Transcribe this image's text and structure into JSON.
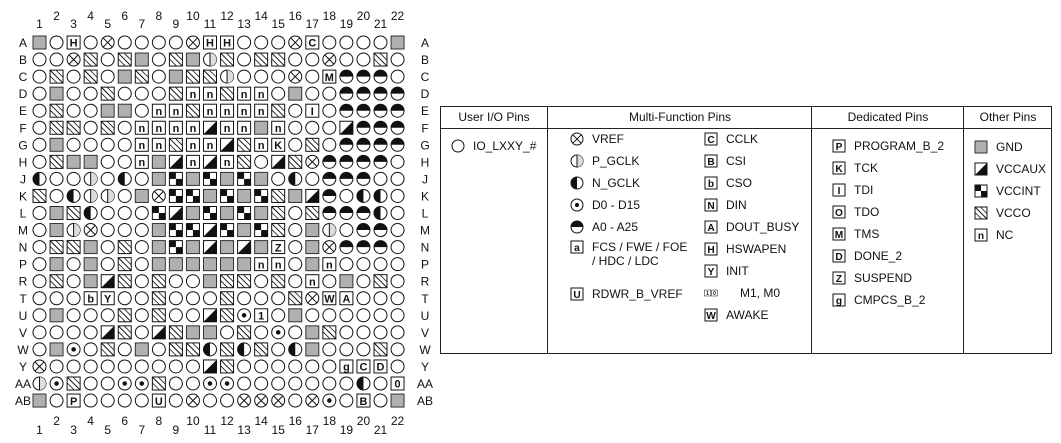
{
  "column_numbers": [
    "1",
    "2",
    "3",
    "4",
    "5",
    "6",
    "7",
    "8",
    "9",
    "10",
    "11",
    "12",
    "13",
    "14",
    "15",
    "16",
    "17",
    "18",
    "19",
    "20",
    "21",
    "22"
  ],
  "row_letters": [
    "A",
    "B",
    "C",
    "D",
    "E",
    "F",
    "G",
    "H",
    "J",
    "K",
    "L",
    "M",
    "N",
    "P",
    "R",
    "T",
    "U",
    "V",
    "W",
    "Y",
    "AA",
    "AB"
  ],
  "grid_rows": [
    "G.H.xooooxHH.ooxC.oooG",
    "ooxV.VG.VGPV.VVooxooVo",
    "oVoVoGVoGVVPoooxoMaaao",
    "oG.oVoo.VnnVnnoGooaaaa",
    "oV.oGG.nnVnnnnVoIoaaaa",
    "oVV.Vonnnn/nnGnooo/aaa",
    "oGoo.onnVnn/VnKoVoaaaa",
    "oVGGoonG/n/nVo/Vxaaaao",
    "NooPoNoGQGQGQGoNoaaaoo",
    "VoNPPoGxQQGQGQVG/aoNNo",
    "oGVNoooQ/GQGQGVoVaaaNo",
    "oGPxo.oGQQ/QGQVoGPoaao",
    "oVVGoVoGQG/G/GZoGxaaao",
    "oGoGoVoGGGGGGnnoGnoooo",
    "oV.G/VoVooGVVoVonoGoVo",
    "ooobYooVoooVoooVxWAooo",
    "oGoooVoVoo/Vd1oG.ooooo",
    "ooo./Vo/VGGoVodoGVoooo",
    "oGdoVoGoVVNVNVoNGoooVo",
    "xoo.oooo.o/Vooooo.gCDo",
    "PdVooddVo.ddoooooo.N.0",
    "G.Sooo.U.xo.xxx.xdoBoG"
  ],
  "legend": {
    "columns": [
      {
        "title": "User I/O Pins",
        "entries": [
          {
            "sym": "o",
            "label": "IO_LXXY_#"
          }
        ]
      },
      {
        "title": "Multi-Function Pins",
        "entries": [
          {
            "sym": "x",
            "label": "VREF"
          },
          {
            "sym": "P",
            "label": "P_GCLK"
          },
          {
            "sym": "N",
            "label": "N_GCLK"
          },
          {
            "sym": "d",
            "label": "D0 - D15"
          },
          {
            "sym": "a",
            "label": "A0 - A25"
          },
          {
            "sym": "@a",
            "label": "FCS / FWE / FOE",
            "label2": "/ HDC / LDC"
          },
          {
            "sym": "@U",
            "label": "RDWR_B_VREF"
          },
          {
            "sym": "@C",
            "label": "CCLK"
          },
          {
            "sym": "@B",
            "label": "CSI"
          },
          {
            "sym": "@b",
            "label": "CSO"
          },
          {
            "sym": "@N",
            "label": "DIN"
          },
          {
            "sym": "@A",
            "label": "DOUT_BUSY"
          },
          {
            "sym": "@H",
            "label": "HSWAPEN"
          },
          {
            "sym": "@Y",
            "label": "INIT"
          },
          {
            "sym": "10",
            "label": "M1, M0"
          },
          {
            "sym": "@W",
            "label": "AWAKE"
          }
        ]
      },
      {
        "title": "Dedicated Pins",
        "entries": [
          {
            "sym": "@P",
            "label": "PROGRAM_B_2"
          },
          {
            "sym": "@K",
            "label": "TCK"
          },
          {
            "sym": "@I",
            "label": "TDI"
          },
          {
            "sym": "@O",
            "label": "TDO"
          },
          {
            "sym": "@M",
            "label": "TMS"
          },
          {
            "sym": "@D",
            "label": "DONE_2"
          },
          {
            "sym": "@Z",
            "label": "SUSPEND"
          },
          {
            "sym": "@g",
            "label": "CMPCS_B_2"
          }
        ]
      },
      {
        "title": "Other Pins",
        "entries": [
          {
            "sym": "G",
            "label": "GND"
          },
          {
            "sym": "/",
            "label": "VCCAUX"
          },
          {
            "sym": "Q",
            "label": "VCCINT"
          },
          {
            "sym": "V",
            "label": "VCCO"
          },
          {
            "sym": "n",
            "label": "NC"
          }
        ]
      }
    ]
  }
}
